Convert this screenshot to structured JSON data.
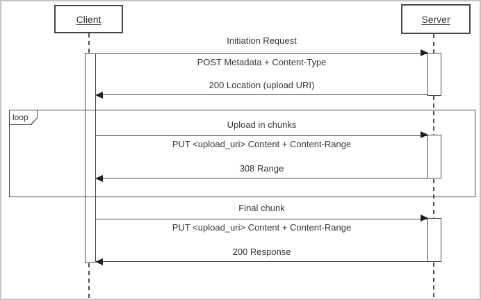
{
  "diagram": {
    "actors": [
      {
        "label": "Client"
      },
      {
        "label": "Server"
      }
    ],
    "fragment": {
      "label": "loop"
    },
    "sections": [
      {
        "title": "Initiation Request",
        "request": "POST Metadata + Content-Type",
        "response": "200 Location (upload URI)"
      },
      {
        "title": "Upload in chunks",
        "request": "PUT <upload_uri> Content + Content-Range",
        "response": "308 Range"
      },
      {
        "title": "Final chunk",
        "request": "PUT <upload_uri> Content + Content-Range",
        "response": "200 Response"
      }
    ],
    "colors": {
      "line": "#474747",
      "text": "#363636",
      "background": "#ffffff",
      "frame_border": "#c4c4c4"
    }
  }
}
